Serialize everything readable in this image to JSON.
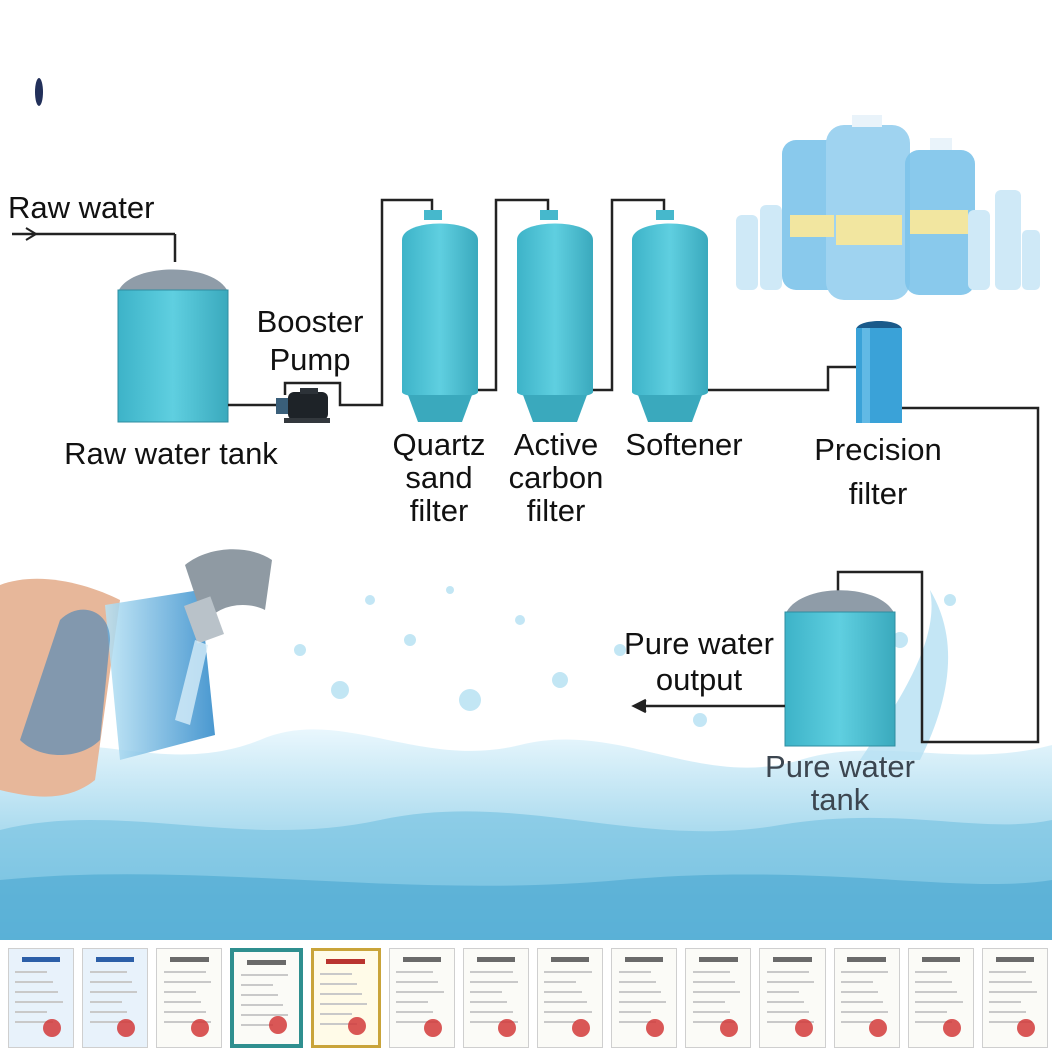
{
  "labels": {
    "raw_water": "Raw water",
    "raw_water_tank": "Raw water tank",
    "booster_pump": "Booster\nPump",
    "quartz_sand_filter": "Quartz\nsand\nfilter",
    "active_carbon_filter": "Active\ncarbon\nfilter",
    "softener": "Softener",
    "precision_filter": "Precision\nfilter",
    "pure_water_output": "Pure water\noutput",
    "pure_water_tank": "Pure water\ntank"
  },
  "colors": {
    "tank_fill": "#4fc3d4",
    "tank_top": "#8a9aa8",
    "pipe": "#222222",
    "water": "#9fd6ea"
  },
  "images": {
    "bottles": "water-bottles-photo",
    "glass": "hand-filling-glass-photo",
    "splash": "water-splash-photo"
  },
  "certificates_count": 14
}
